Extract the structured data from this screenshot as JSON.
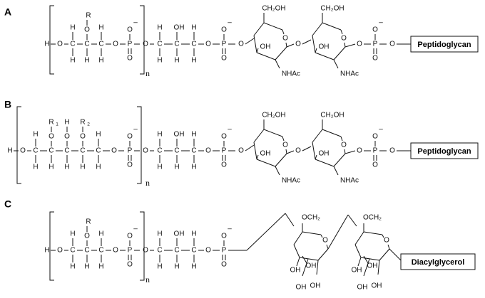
{
  "panels": [
    {
      "letter": "A",
      "terminal": "Peptidoglycan",
      "repeat_index": "n",
      "substituents": [
        "R"
      ]
    },
    {
      "letter": "B",
      "terminal": "Peptidoglycan",
      "repeat_index": "n",
      "substituents": [
        "R",
        "1",
        "R",
        "2"
      ]
    },
    {
      "letter": "C",
      "terminal": "Diacylglycerol",
      "repeat_index": "n",
      "substituents": [
        "R"
      ]
    }
  ],
  "atoms": {
    "H": "H",
    "C": "C",
    "O": "O",
    "P": "P",
    "OH": "OH",
    "CH2OH": "CH₂OH",
    "NHAc": "NHAc",
    "OCH2": "OCH₂",
    "minus": "–"
  }
}
